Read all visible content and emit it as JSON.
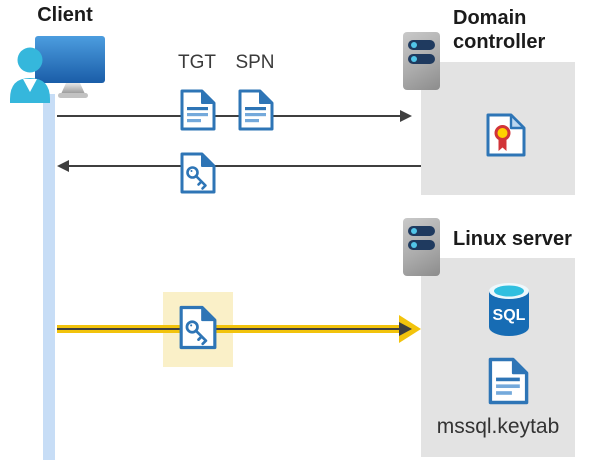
{
  "client": {
    "label": "Client"
  },
  "exchange": {
    "tgt_label": "TGT",
    "spn_label": "SPN"
  },
  "domain_controller": {
    "label": "Domain controller"
  },
  "linux_server": {
    "label": "Linux server",
    "sql_badge": "SQL",
    "keytab_label": "mssql.keytab"
  },
  "colors": {
    "doc_blue": "#2e75b6",
    "doc_blue_light": "#74a9db",
    "panel_gray": "#e3e3e3",
    "arrow_gray": "#3f3f3f",
    "accent_yellow": "#f2c30c",
    "highlight_yellow": "#faf0c8",
    "lifeline_blue": "#c7ddf6",
    "person_cyan": "#35b7dc",
    "server_pill_navy": "#1f3a5f",
    "led_cyan": "#52c5e8",
    "sql_body_blue": "#176cb4",
    "sql_rim_teal": "#30bfdf",
    "cert_gold": "#ffd100",
    "cert_red": "#d13438",
    "heading_text": "#1b1b1b",
    "label_text": "#3a3a3a"
  }
}
